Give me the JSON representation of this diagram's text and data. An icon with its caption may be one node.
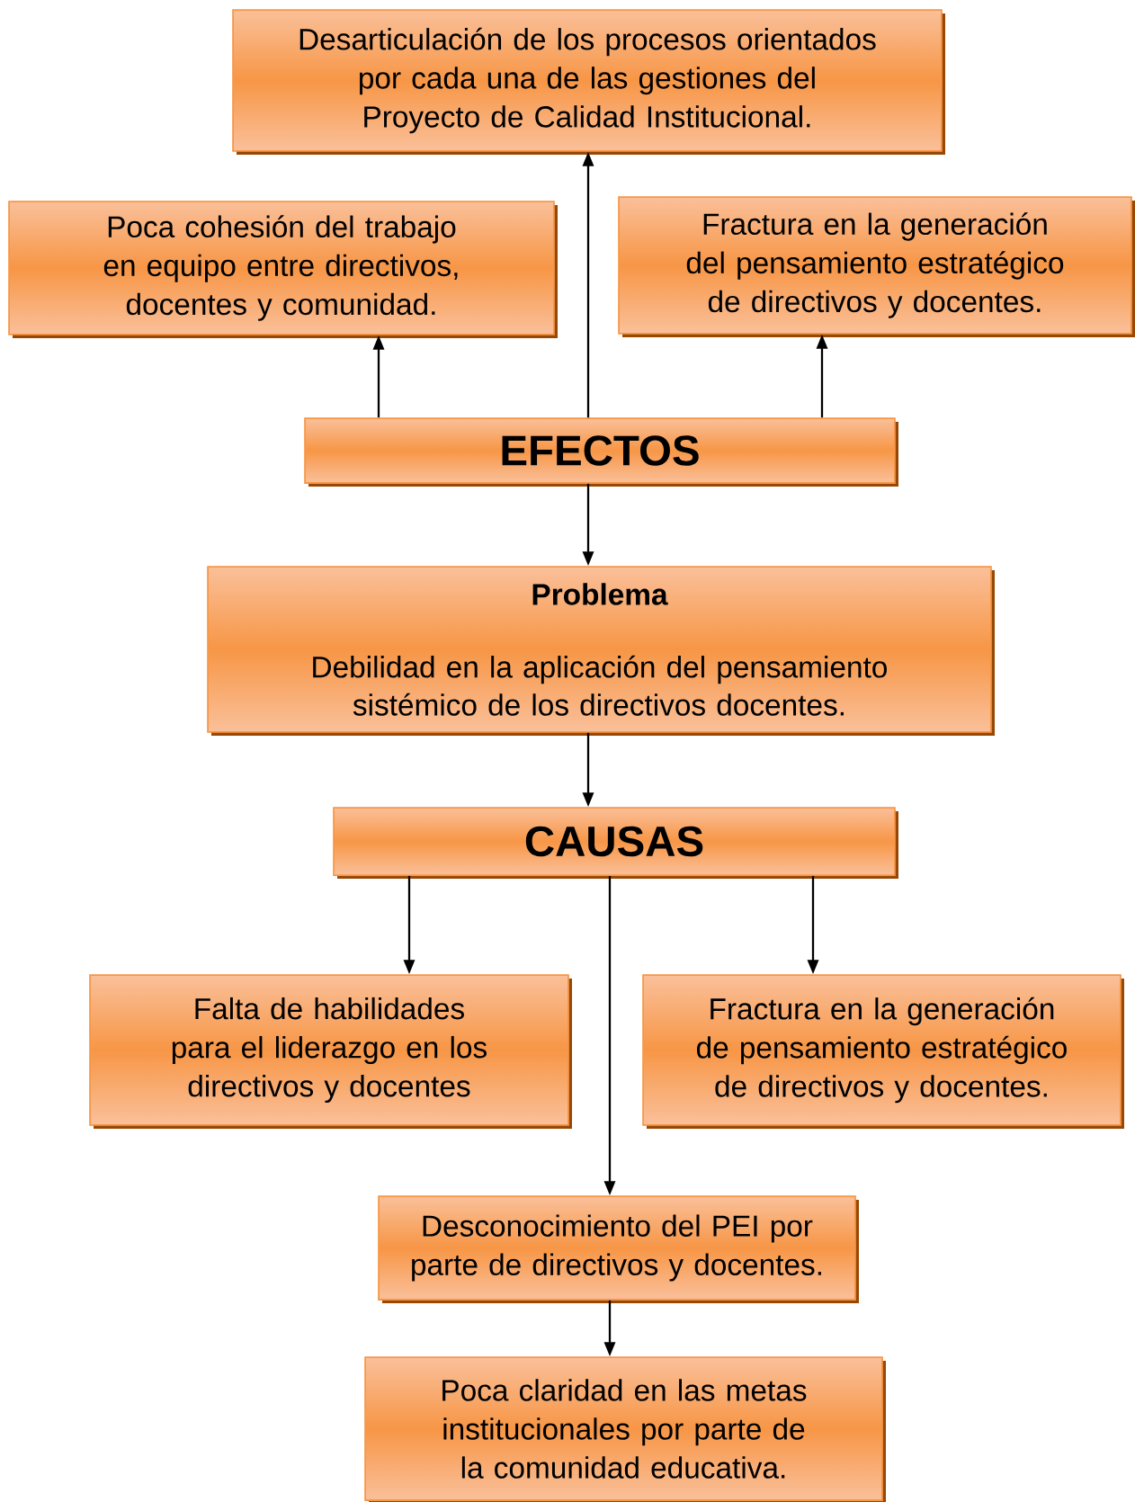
{
  "diagram": {
    "nodes": [
      {
        "text": [
          "Desarticulación de los procesos orientados por cada una de las gestiones del Proyecto de Calidad Institucional."
        ]
      },
      {
        "text": [
          "Poca cohesión del trabajo en equipo entre directivos, docentes y comunidad."
        ]
      },
      {
        "text": [
          "Fractura en la generación del pensamiento estratégico de directivos y docentes."
        ]
      },
      {
        "text": [
          "EFECTOS"
        ]
      },
      {
        "text": [
          "Problema",
          "Debilidad en la aplicación del pensamiento sistémico de los directivos docentes."
        ]
      },
      {
        "text": [
          "CAUSAS"
        ]
      },
      {
        "text": [
          "Falta de habilidades para el liderazgo en los directivos y docentes"
        ]
      },
      {
        "text": [
          "Fractura en la generación de pensamiento estratégico de directivos y docentes."
        ]
      },
      {
        "text": [
          "Desconocimiento del PEI por parte de directivos y docentes."
        ]
      },
      {
        "text": [
          "Poca claridad en las metas institucionales por parte de la comunidad educativa."
        ]
      }
    ],
    "edges": [
      {
        "from": 3,
        "to": 0,
        "arrow": "to"
      },
      {
        "from": 3,
        "to": 1,
        "arrow": "to"
      },
      {
        "from": 3,
        "to": 2,
        "arrow": "to"
      },
      {
        "from": 3,
        "to": 4,
        "arrow": "to"
      },
      {
        "from": 4,
        "to": 5,
        "arrow": "to"
      },
      {
        "from": 5,
        "to": 6,
        "arrow": "to"
      },
      {
        "from": 5,
        "to": 7,
        "arrow": "to"
      },
      {
        "from": 5,
        "to": 8,
        "arrow": "to"
      },
      {
        "from": 8,
        "to": 9,
        "arrow": "to"
      }
    ]
  }
}
